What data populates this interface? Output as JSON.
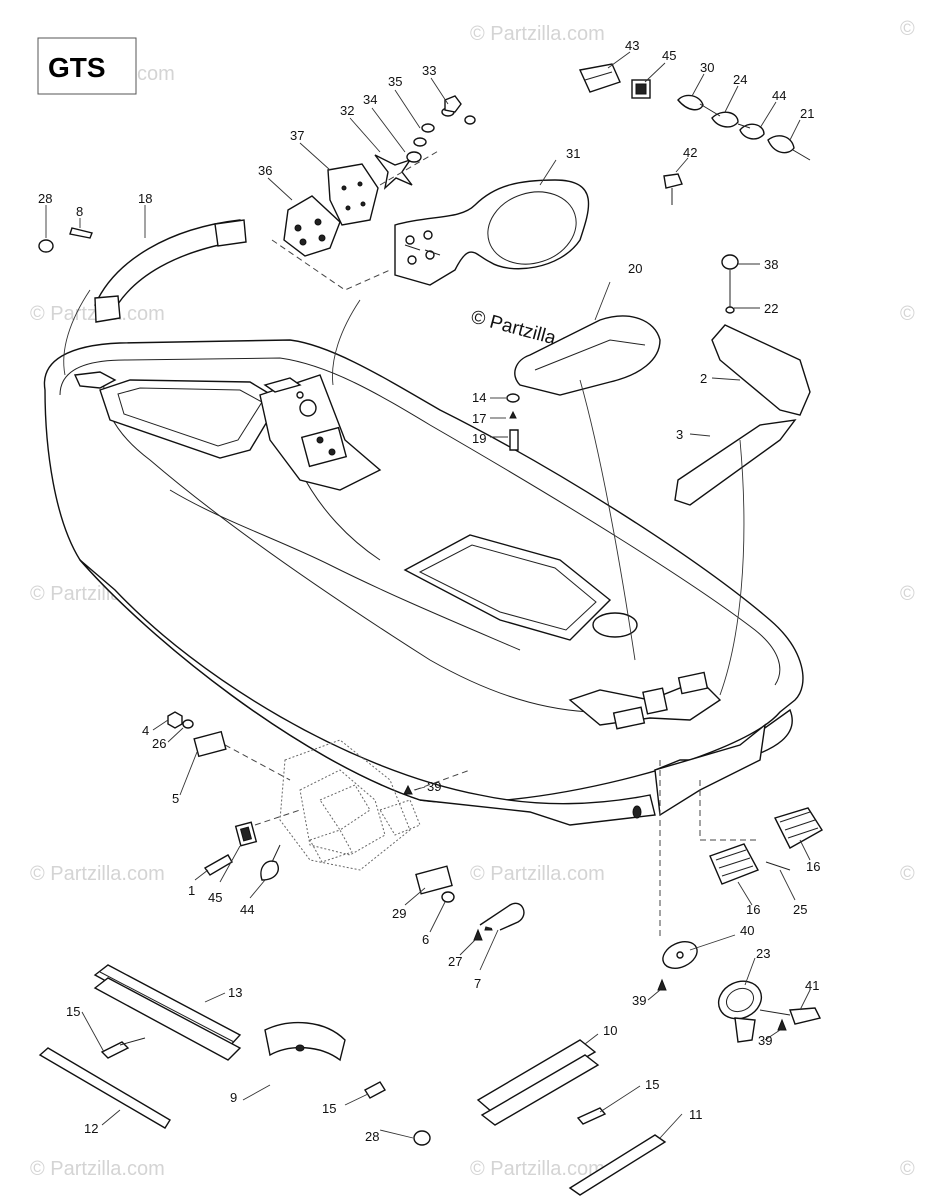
{
  "title": "GTS",
  "copyright": "© Partzilla.com",
  "watermark": "© Partzilla.com",
  "callouts": {
    "c1": "1",
    "c2": "2",
    "c3": "3",
    "c4": "4",
    "c5": "5",
    "c6": "6",
    "c7": "7",
    "c8": "8",
    "c9": "9",
    "c10": "10",
    "c11": "11",
    "c12": "12",
    "c13": "13",
    "c14": "14",
    "c15a": "15",
    "c15b": "15",
    "c15c": "15",
    "c16a": "16",
    "c16b": "16",
    "c17": "17",
    "c18": "18",
    "c19": "19",
    "c20": "20",
    "c21": "21",
    "c22": "22",
    "c23": "23",
    "c24": "24",
    "c25": "25",
    "c26": "26",
    "c27": "27",
    "c28a": "28",
    "c28b": "28",
    "c29": "29",
    "c30": "30",
    "c31": "31",
    "c32": "32",
    "c33": "33",
    "c34": "34",
    "c35": "35",
    "c36": "36",
    "c37": "37",
    "c38": "38",
    "c39a": "39",
    "c39b": "39",
    "c39c": "39",
    "c40": "40",
    "c41": "41",
    "c42": "42",
    "c43": "43",
    "c44a": "44",
    "c44b": "44",
    "c45a": "45",
    "c45b": "45"
  }
}
